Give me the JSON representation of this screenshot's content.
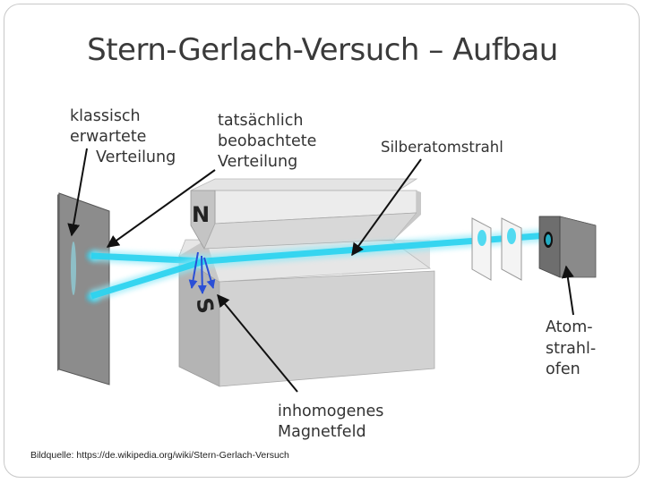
{
  "slide": {
    "title": "Stern-Gerlach-Versuch – Aufbau",
    "source": "Bildquelle: https://de.wikipedia.org/wiki/Stern-Gerlach-Versuch"
  },
  "diagram": {
    "labels": {
      "classical": [
        "klassisch",
        "erwartete",
        "Verteilung"
      ],
      "observed": [
        "tatsächlich",
        "beobachtete",
        "Verteilung"
      ],
      "beam": "Silberatomstrahl",
      "oven": [
        "Atom-",
        "strahl-",
        "ofen"
      ],
      "field": [
        "inhomogenes",
        "Magnetfeld"
      ]
    },
    "poles": {
      "north": "N",
      "south": "S"
    },
    "colors": {
      "beam": "#29d3f0",
      "beam_glow": "#8fe9f8",
      "screen": "#8c8c8c",
      "magnet_light": "#ececec",
      "magnet_mid": "#d2d2d2",
      "magnet_dark": "#b4b4b4",
      "oven_front": "#6e6e6e",
      "arrow": "#111111",
      "field_arrow": "#2a4fd6"
    }
  }
}
